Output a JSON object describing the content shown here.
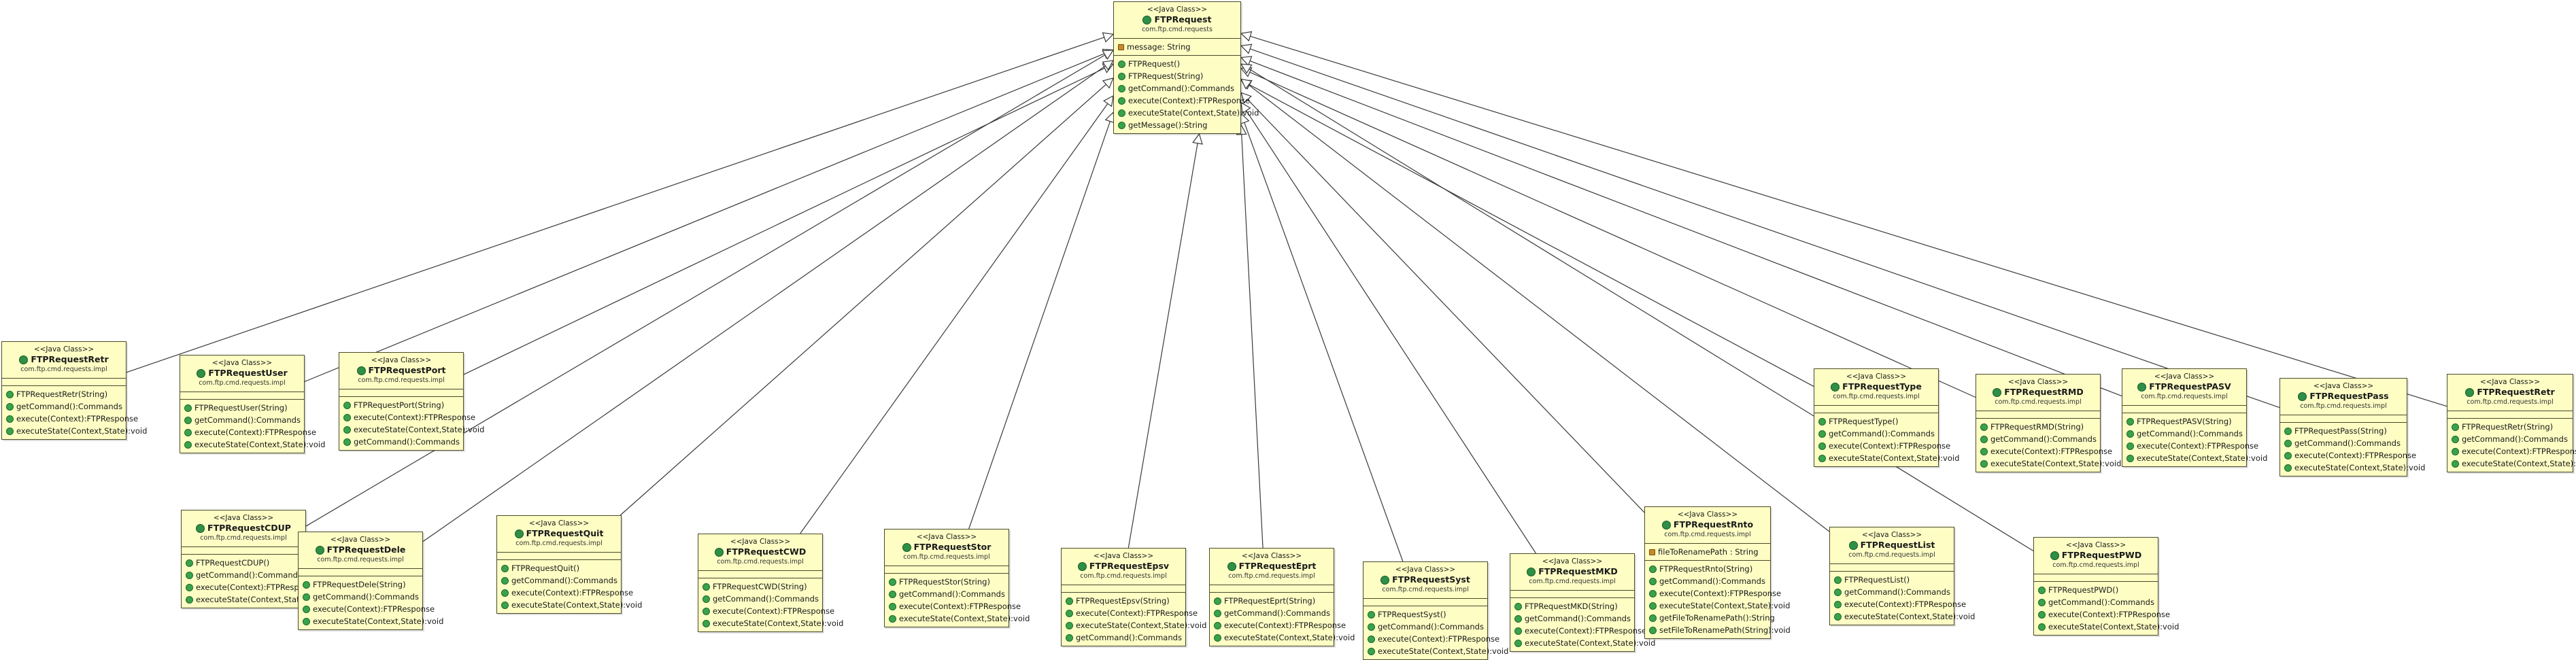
{
  "diagram": {
    "stereotype": "<<Java Class>>",
    "package": "com.ftp.cmd.requests.impl",
    "base": {
      "id": "FTPRequest",
      "name": "FTPRequest",
      "package": "com.ftp.cmd.requests",
      "fields": [
        "message: String"
      ],
      "methods": [
        "FTPRequest()",
        "FTPRequest(String)",
        "getCommand():Commands",
        "execute(Context):FTPResponse",
        "executeState(Context,State):void",
        "getMessage():String"
      ]
    },
    "classes": [
      {
        "id": "Retr1",
        "name": "FTPRequestRetr",
        "fields": [],
        "methods": [
          "FTPRequestRetr(String)",
          "getCommand():Commands",
          "execute(Context):FTPResponse",
          "executeState(Context,State):void"
        ]
      },
      {
        "id": "User",
        "name": "FTPRequestUser",
        "fields": [],
        "methods": [
          "FTPRequestUser(String)",
          "getCommand():Commands",
          "execute(Context):FTPResponse",
          "executeState(Context,State):void"
        ]
      },
      {
        "id": "Port",
        "name": "FTPRequestPort",
        "fields": [],
        "methods": [
          "FTPRequestPort(String)",
          "execute(Context):FTPResponse",
          "executeState(Context,State):void",
          "getCommand():Commands"
        ]
      },
      {
        "id": "Type",
        "name": "FTPRequestType",
        "fields": [],
        "methods": [
          "FTPRequestType()",
          "getCommand():Commands",
          "execute(Context):FTPResponse",
          "executeState(Context,State):void"
        ]
      },
      {
        "id": "Rmd",
        "name": "FTPRequestRMD",
        "fields": [],
        "methods": [
          "FTPRequestRMD(String)",
          "getCommand():Commands",
          "execute(Context):FTPResponse",
          "executeState(Context,State):void"
        ]
      },
      {
        "id": "Pasv",
        "name": "FTPRequestPASV",
        "fields": [],
        "methods": [
          "FTPRequestPASV(String)",
          "getCommand():Commands",
          "execute(Context):FTPResponse",
          "executeState(Context,State):void"
        ]
      },
      {
        "id": "Pass",
        "name": "FTPRequestPass",
        "fields": [],
        "methods": [
          "FTPRequestPass(String)",
          "getCommand():Commands",
          "execute(Context):FTPResponse",
          "executeState(Context,State):void"
        ]
      },
      {
        "id": "Retr2",
        "name": "FTPRequestRetr",
        "fields": [],
        "methods": [
          "FTPRequestRetr(String)",
          "getCommand():Commands",
          "execute(Context):FTPResponse",
          "executeState(Context,State):void"
        ]
      },
      {
        "id": "Cdup",
        "name": "FTPRequestCDUP",
        "fields": [],
        "methods": [
          "FTPRequestCDUP()",
          "getCommand():Commands",
          "execute(Context):FTPResponse",
          "executeState(Context,State):void"
        ]
      },
      {
        "id": "Dele",
        "name": "FTPRequestDele",
        "fields": [],
        "methods": [
          "FTPRequestDele(String)",
          "getCommand():Commands",
          "execute(Context):FTPResponse",
          "executeState(Context,State):void"
        ]
      },
      {
        "id": "Quit",
        "name": "FTPRequestQuit",
        "fields": [],
        "methods": [
          "FTPRequestQuit()",
          "getCommand():Commands",
          "execute(Context):FTPResponse",
          "executeState(Context,State):void"
        ]
      },
      {
        "id": "Cwd",
        "name": "FTPRequestCWD",
        "fields": [],
        "methods": [
          "FTPRequestCWD(String)",
          "getCommand():Commands",
          "execute(Context):FTPResponse",
          "executeState(Context,State):void"
        ]
      },
      {
        "id": "Stor",
        "name": "FTPRequestStor",
        "fields": [],
        "methods": [
          "FTPRequestStor(String)",
          "getCommand():Commands",
          "execute(Context):FTPResponse",
          "executeState(Context,State):void"
        ]
      },
      {
        "id": "Epsv",
        "name": "FTPRequestEpsv",
        "fields": [],
        "methods": [
          "FTPRequestEpsv(String)",
          "execute(Context):FTPResponse",
          "executeState(Context,State):void",
          "getCommand():Commands"
        ]
      },
      {
        "id": "Eprt",
        "name": "FTPRequestEprt",
        "fields": [],
        "methods": [
          "FTPRequestEprt(String)",
          "getCommand():Commands",
          "execute(Context):FTPResponse",
          "executeState(Context,State):void"
        ]
      },
      {
        "id": "Syst",
        "name": "FTPRequestSyst",
        "fields": [],
        "methods": [
          "FTPRequestSyst()",
          "getCommand():Commands",
          "execute(Context):FTPResponse",
          "executeState(Context,State):void"
        ]
      },
      {
        "id": "Mkd",
        "name": "FTPRequestMKD",
        "fields": [],
        "methods": [
          "FTPRequestMKD(String)",
          "getCommand():Commands",
          "execute(Context):FTPResponse",
          "executeState(Context,State):void"
        ]
      },
      {
        "id": "Rnto",
        "name": "FTPRequestRnto",
        "fields": [
          "fileToRenamePath : String"
        ],
        "methods": [
          "FTPRequestRnto(String)",
          "getCommand():Commands",
          "execute(Context):FTPResponse",
          "executeState(Context,State):void",
          "getFileToRenamePath():String",
          "setFileToRenamePath(String):void"
        ]
      },
      {
        "id": "List",
        "name": "FTPRequestList",
        "fields": [],
        "methods": [
          "FTPRequestList()",
          "getCommand():Commands",
          "execute(Context):FTPResponse",
          "executeState(Context,State):void"
        ]
      },
      {
        "id": "Pwd",
        "name": "FTPRequestPWD",
        "fields": [],
        "methods": [
          "FTPRequestPWD()",
          "getCommand():Commands",
          "execute(Context):FTPResponse",
          "executeState(Context,State):void"
        ]
      }
    ]
  },
  "colors": {
    "box_fill": "#fdfdc4",
    "box_border": "#4a4a2a",
    "edge": "#3a3a3a",
    "class_icon": "#2f8f46"
  }
}
